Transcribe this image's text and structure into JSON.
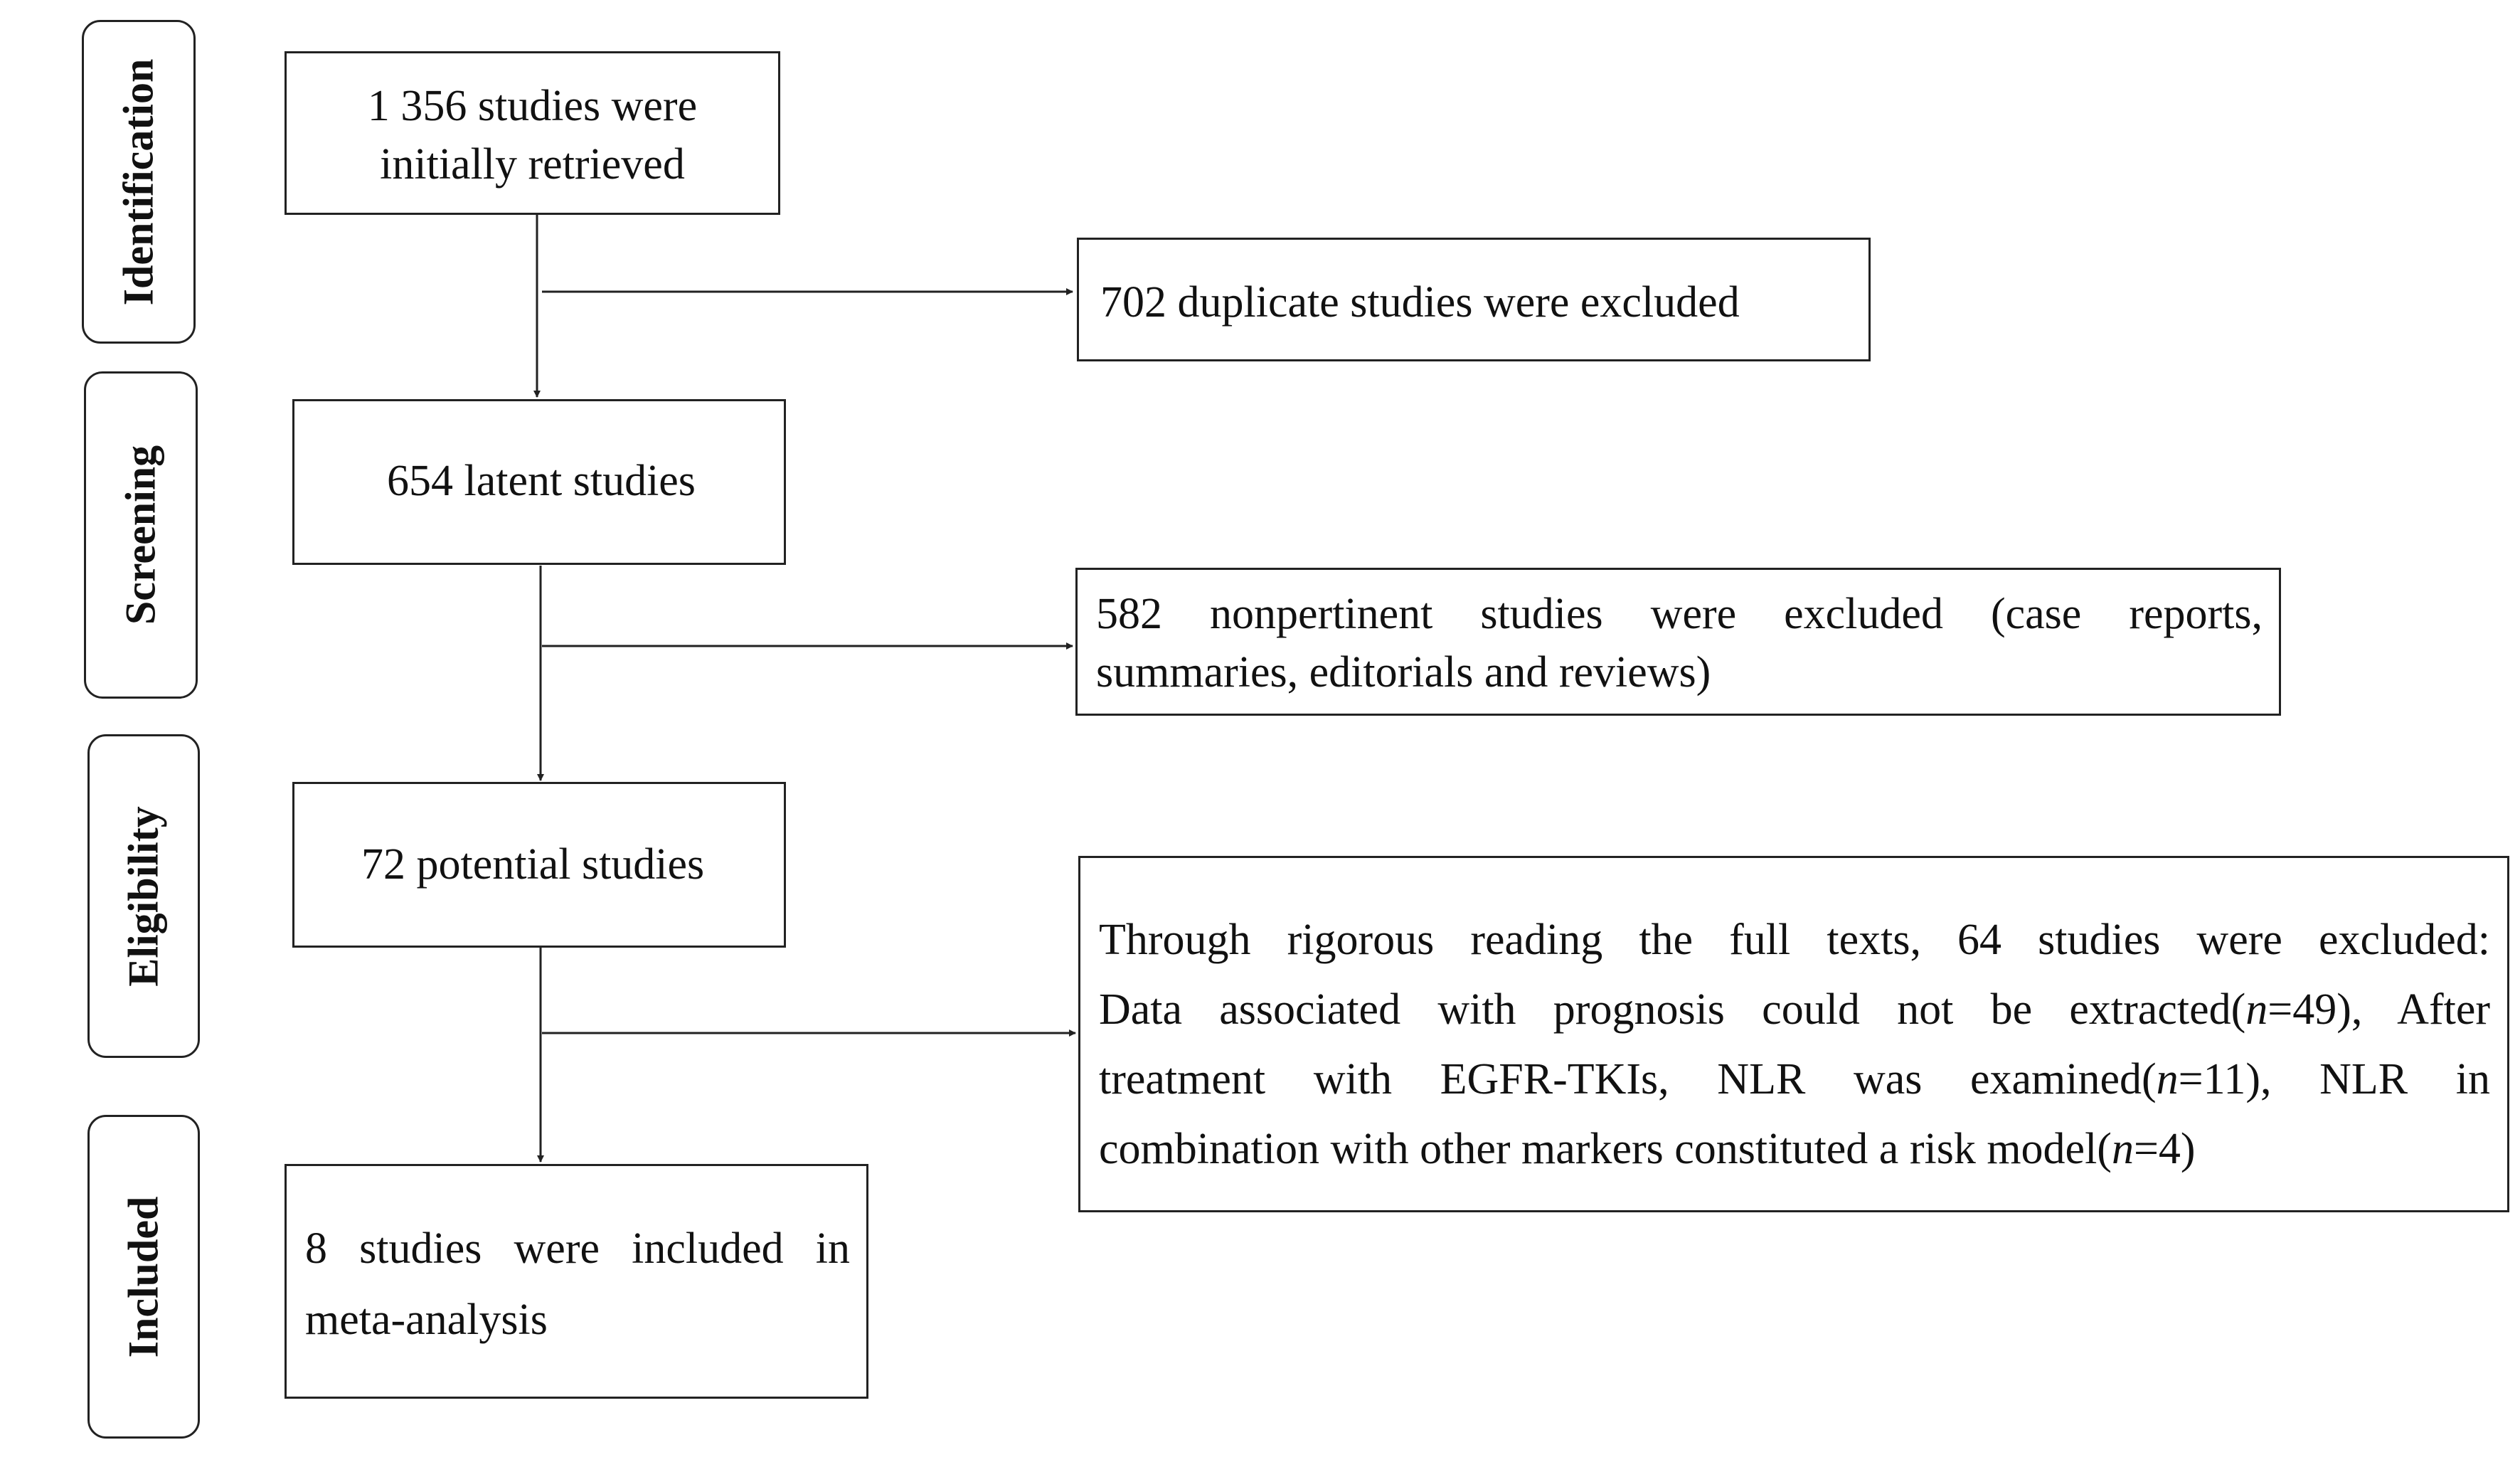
{
  "stages": {
    "identification": "Identification",
    "screening": "Screening",
    "eligibility": "Eligibility",
    "included": "Included"
  },
  "main_boxes": {
    "retrieved_line1": "1 356 studies were",
    "retrieved_line2": "initially  retrieved",
    "latent": "654 latent studies",
    "potential": "72 potential studies",
    "included_line1": "8 studies were included in",
    "included_line2": "meta-analysis"
  },
  "exclusion_boxes": {
    "duplicates": "702 duplicate studies were excluded",
    "nonpertinent_line1": "582 nonpertinent studies were excluded (case reports,",
    "nonpertinent_line2": "summaries, editorials and reviews)",
    "fulltext_line1": "Through rigorous reading the full texts, 64 studies were excluded:",
    "fulltext_line2_pre": "Data associated with prognosis could not be extracted(",
    "fulltext_line2_n": "n",
    "fulltext_line2_post": "=49), After",
    "fulltext_line3_pre": "treatment with EGFR-TKIs, NLR was examined(",
    "fulltext_line3_n": "n",
    "fulltext_line3_post": "=11), NLR in",
    "fulltext_line4_pre": "combination with other markers constituted a risk model(",
    "fulltext_line4_n": "n",
    "fulltext_line4_post": "=4)"
  }
}
